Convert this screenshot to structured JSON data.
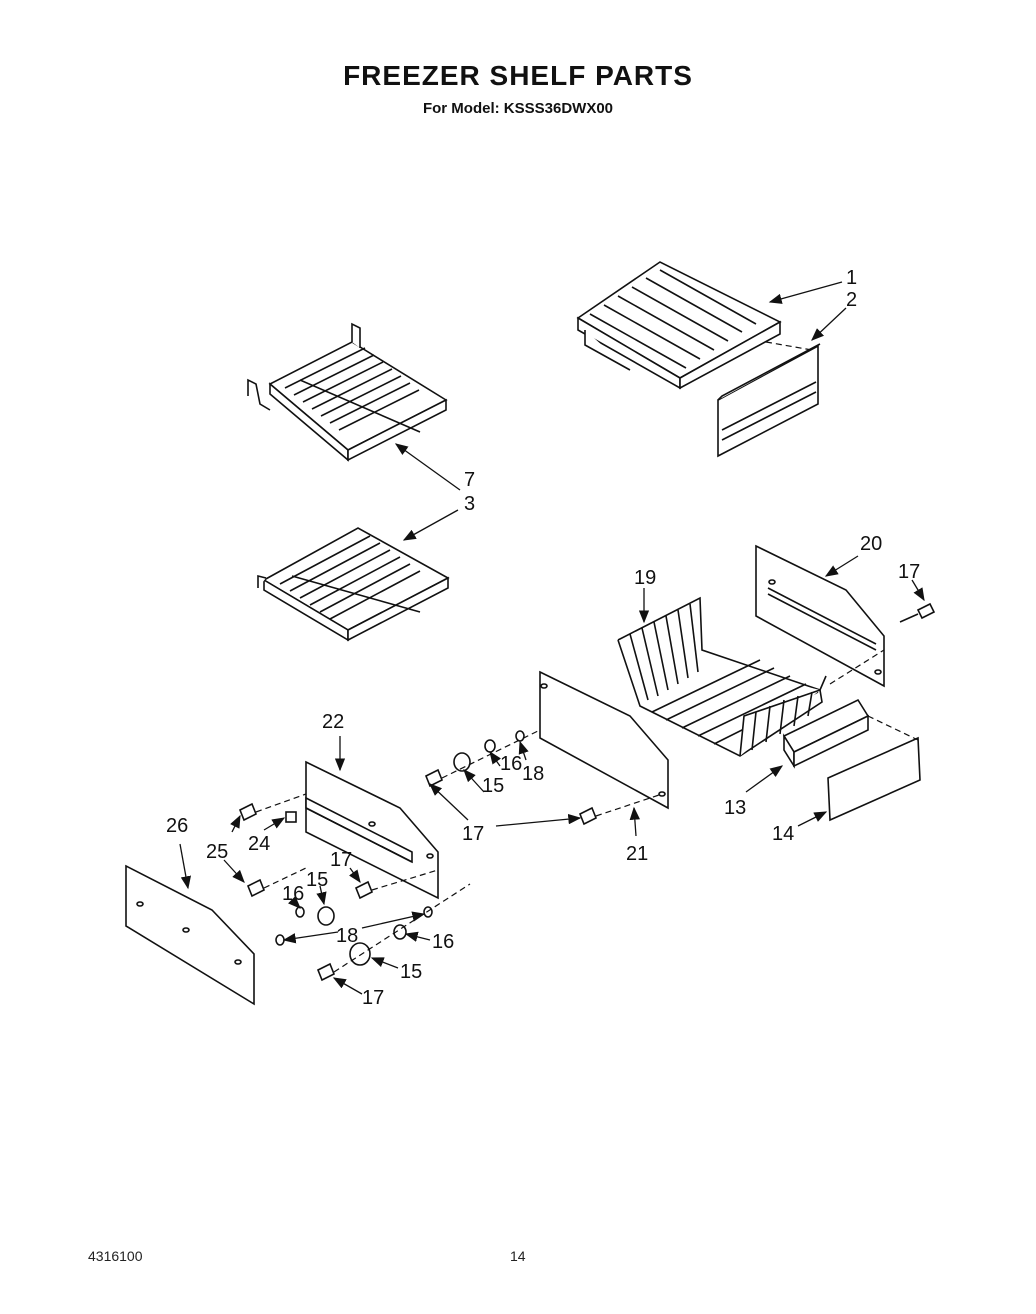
{
  "title": "FREEZER SHELF PARTS",
  "subtitle": "For Model: KSSS36DWX00",
  "footer": {
    "doc_number": "4316100",
    "page_number": "14"
  },
  "callouts": {
    "c1": "1",
    "c2": "2",
    "c7": "7",
    "c3": "3",
    "c20": "20",
    "c17a": "17",
    "c19": "19",
    "c22": "22",
    "c18a": "18",
    "c16a": "16",
    "c15a": "15",
    "c17b": "17",
    "c21": "21",
    "c13": "13",
    "c14": "14",
    "c26": "26",
    "c25": "25",
    "c24": "24",
    "c17c": "17",
    "c15b": "15",
    "c16b": "16",
    "c18b": "18",
    "c16c": "16",
    "c15c": "15",
    "c17d": "17"
  }
}
